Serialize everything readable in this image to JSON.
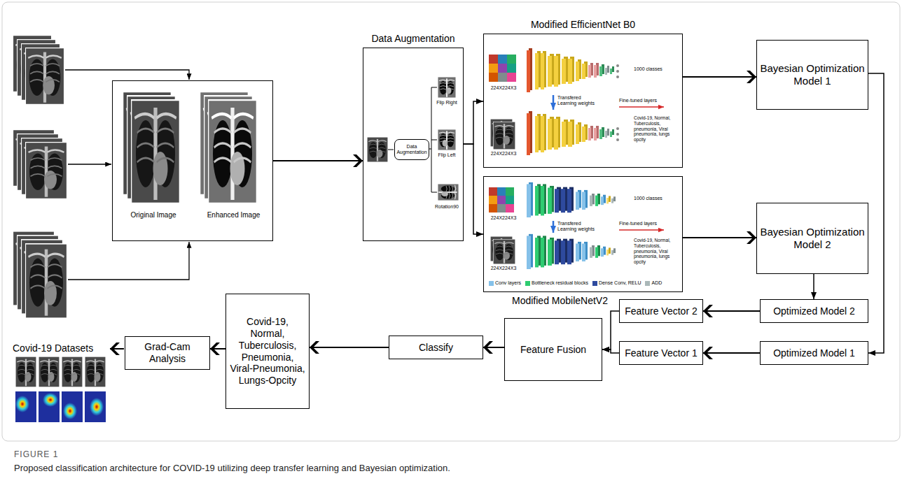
{
  "diagram": {
    "caption": "Proposed classification architecture for COVID-19 utilizing deep transfer learning and Bayesian optimization.",
    "nodes": [
      {
        "text": [
          "Original Image",
          "Enhanced Image"
        ]
      },
      {
        "text": [
          "Data Augmentation"
        ]
      },
      {
        "text": [
          "Data Augmentation"
        ],
        "in": 1
      },
      {
        "text": [
          "Modified EfficientNet B0"
        ]
      },
      {
        "text": [
          "Modified MobileNetV2"
        ]
      },
      {
        "text": [
          "Bayesian Optimization Model 1"
        ]
      },
      {
        "text": [
          "Bayesian Optimization Model 2"
        ]
      },
      {
        "text": [
          "Optimized Model 2"
        ]
      },
      {
        "text": [
          "Optimized Model 1"
        ]
      },
      {
        "text": [
          "Feature Vector 2"
        ]
      },
      {
        "text": [
          "Feature Vector 1"
        ]
      },
      {
        "text": [
          "Feature Fusion"
        ]
      },
      {
        "text": [
          "Classify"
        ]
      },
      {
        "text": [
          "Covid-19, Normal, Tuberculosis, Pneumonia, Viral-Pneumonia, Lungs-Opcity"
        ]
      },
      {
        "text": [
          "Grad-Cam Analysis"
        ]
      }
    ],
    "edges": [
      {
        "from": 0,
        "to": 1,
        "arrow": "to"
      },
      {
        "from": 1,
        "to": 3,
        "arrow": "to"
      },
      {
        "from": 1,
        "to": 4,
        "arrow": "to"
      },
      {
        "from": 3,
        "to": 5,
        "arrow": "to"
      },
      {
        "from": 4,
        "to": 6,
        "arrow": "to"
      },
      {
        "from": 5,
        "to": 8,
        "arrow": "to"
      },
      {
        "from": 6,
        "to": 7,
        "arrow": "to"
      },
      {
        "from": 7,
        "to": 9,
        "arrow": "to"
      },
      {
        "from": 8,
        "to": 10,
        "arrow": "to"
      },
      {
        "from": 9,
        "to": 11,
        "arrow": "to"
      },
      {
        "from": 10,
        "to": 11,
        "arrow": "to"
      },
      {
        "from": 11,
        "to": 12,
        "arrow": "to"
      },
      {
        "from": 12,
        "to": 13,
        "arrow": "to"
      },
      {
        "from": 13,
        "to": 14,
        "arrow": "to"
      }
    ],
    "labels": [
      "Covid-19 Datasets",
      "Flip Right",
      "Flip Left",
      "Rotation90",
      "224X224X3",
      "1000 classes",
      "Transfered Learning weights",
      "224X224X3",
      "Fine-tuned layers",
      "Covid-19, Normal, Tuberculosis, pneumonia, Viral pneumonia, lungs opcity",
      "224X224X3",
      "1000 classes",
      "Transfered Learning weights",
      "224X224X3",
      "Fine-tuned layers",
      "Covid-19, Normal, Tuberculosis, pneumonia, Viral pneumonia, lungs opcity",
      "FIGURE 1"
    ],
    "legend": [
      {
        "text": "Conv layers",
        "color": "#85c1e9"
      },
      {
        "text": "Bottleneck residual blocks",
        "color": "#2ecc71"
      },
      {
        "text": "Dense Conv, RELU",
        "color": "#2e4a9e"
      },
      {
        "text": "ADD",
        "color": "#aab7b8"
      }
    ]
  }
}
